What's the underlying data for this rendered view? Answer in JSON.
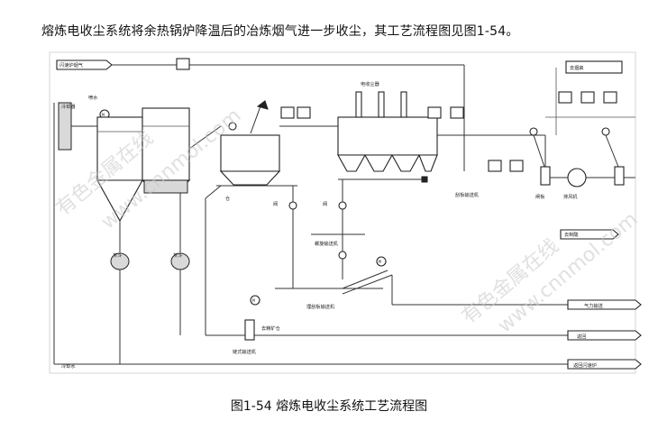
{
  "intro": "熔炼电收尘系统将余热锅炉降温后的冶炼烟气进一步收尘，其工艺流程图见图1-54。",
  "caption": "图1-54 熔炼电收尘系统工艺流程图",
  "watermarks": [
    "有色金属在线",
    "www.cnnmol.com"
  ],
  "labels": {
    "boiler_flue_gas": "闪速炉烟气",
    "to_acid_plant": "去制酸",
    "spray_water": "喷水",
    "cooler": "冷却器",
    "electrostatic_precipitator": "电收尘器",
    "hopper_left": "灰斗",
    "hopper_right": "灰斗",
    "bin": "仓",
    "scraper": "刮板输送机",
    "fan": "排风机",
    "stack_to": "去烟囱",
    "pneumatic_1": "气力输送",
    "pneumatic_2": "去精矿仓",
    "return_1": "返回",
    "return_2": "返回闪速炉",
    "conveyor": "埋刮板输送机",
    "screw": "螺旋输送机",
    "valve_1": "阀",
    "valve_2": "阀",
    "damper": "闸板",
    "chain": "链式输送机",
    "water_return": "冷却水"
  }
}
